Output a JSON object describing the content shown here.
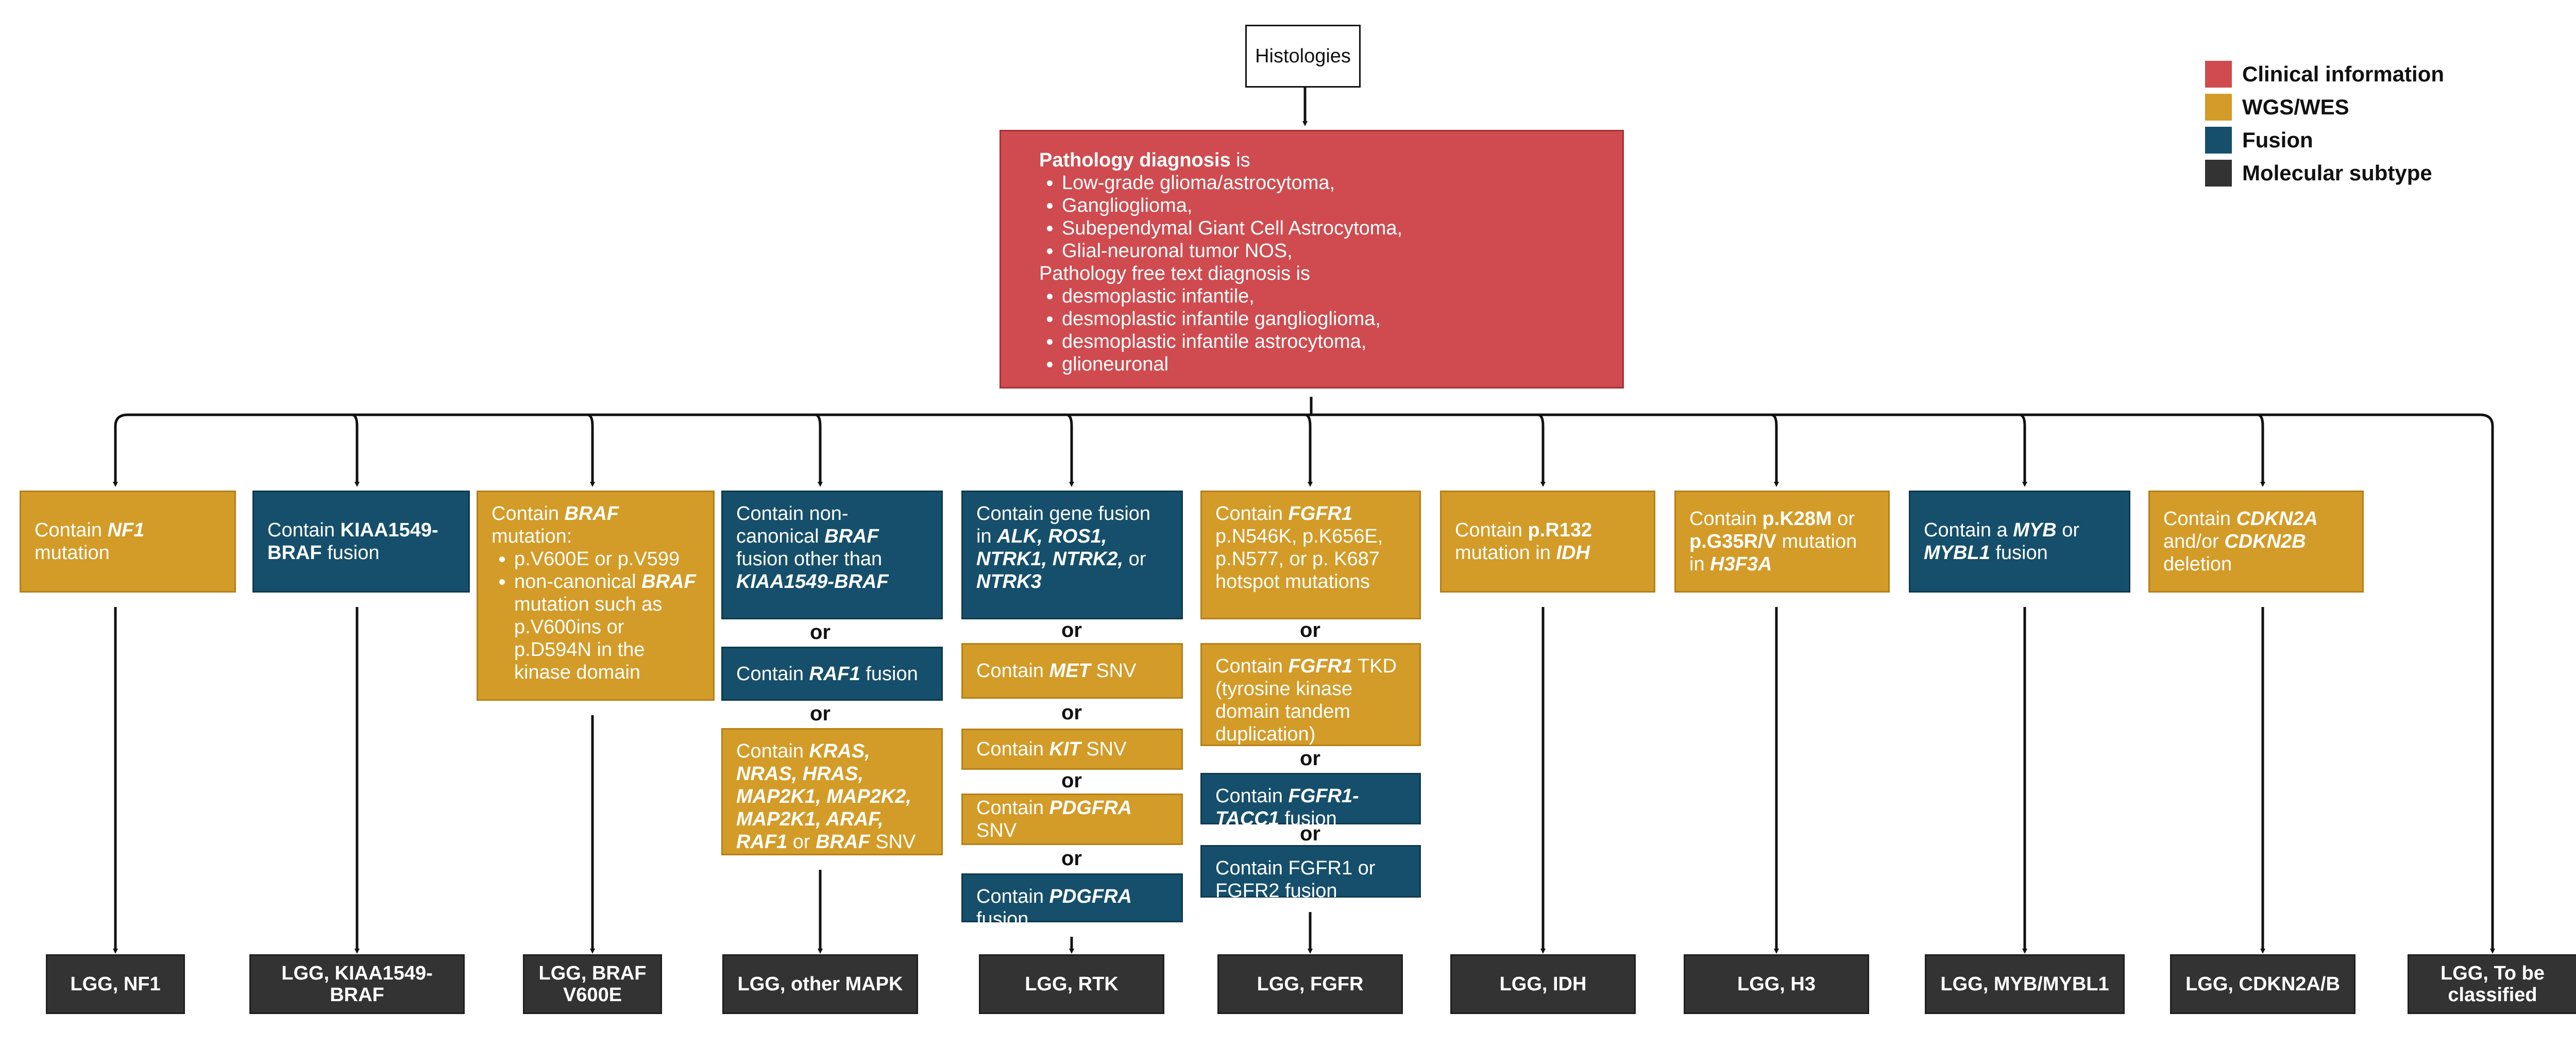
{
  "colors": {
    "clinical": "#cf4b4f",
    "wgs_wes": "#d39b28",
    "fusion": "#154f6b",
    "molecular": "#333333",
    "line": "#111111"
  },
  "legend": [
    {
      "label": "Clinical information",
      "color": "#cf4b4f"
    },
    {
      "label": "WGS/WES",
      "color": "#d39b28"
    },
    {
      "label": "Fusion",
      "color": "#154f6b"
    },
    {
      "label": "Molecular subtype",
      "color": "#333333"
    }
  ],
  "root": {
    "histologies": "Histologies",
    "pathology": {
      "intro_bold": "Pathology diagnosis",
      "intro_rest": " is",
      "diagnoses": [
        "Low-grade glioma/astrocytoma,",
        "Ganglioglioma,",
        "Subependymal Giant Cell Astrocytoma,",
        "Glial-neuronal tumor NOS,"
      ],
      "free_text_intro": "Pathology free text diagnosis is",
      "free_text": [
        "desmoplastic infantile,",
        "desmoplastic infantile ganglioglioma,",
        "desmoplastic infantile astrocytoma,",
        "glioneuronal"
      ]
    }
  },
  "or_label": "or",
  "columns": [
    {
      "criteria": [
        {
          "color": "gold",
          "center": true,
          "parts": [
            {
              "t": "Contain "
            },
            {
              "t": "NF1",
              "s": "bi"
            },
            {
              "t": " mutation"
            }
          ]
        }
      ],
      "subtype": "LGG, NF1"
    },
    {
      "criteria": [
        {
          "color": "blue",
          "center": true,
          "parts": [
            {
              "t": "Contain "
            },
            {
              "t": "KIAA1549-BRAF",
              "s": "b"
            },
            {
              "t": " fusion"
            }
          ]
        }
      ],
      "subtype": "LGG, KIAA1549-BRAF"
    },
    {
      "criteria": [
        {
          "color": "gold",
          "parts": [
            {
              "t": "Contain "
            },
            {
              "t": "BRAF",
              "s": "bi"
            },
            {
              "t": " mutation:"
            }
          ],
          "bullets": [
            [
              {
                "t": "p.V600E or p.V599"
              }
            ],
            [
              {
                "t": "non-canonical "
              },
              {
                "t": "BRAF",
                "s": "bi"
              },
              {
                "t": " mutation such as p.V600ins or p.D594N in the kinase domain"
              }
            ]
          ]
        }
      ],
      "subtype": "LGG, BRAF V600E"
    },
    {
      "criteria": [
        {
          "color": "blue",
          "parts": [
            {
              "t": "Contain non-canonical "
            },
            {
              "t": "BRAF",
              "s": "bi"
            },
            {
              "t": " fusion other than "
            },
            {
              "t": "KIAA1549-BRAF",
              "s": "bi"
            }
          ]
        },
        {
          "color": "blue",
          "center": true,
          "parts": [
            {
              "t": "Contain "
            },
            {
              "t": "RAF1",
              "s": "bi"
            },
            {
              "t": " fusion"
            }
          ]
        },
        {
          "color": "gold",
          "parts": [
            {
              "t": "Contain "
            },
            {
              "t": "KRAS, NRAS, HRAS, MAP2K1, MAP2K2, MAP2K1, ARAF, RAF1",
              "s": "bi"
            },
            {
              "t": " or "
            },
            {
              "t": "BRAF",
              "s": "bi"
            },
            {
              "t": " SNV or indel"
            }
          ]
        }
      ],
      "subtype": "LGG, other MAPK"
    },
    {
      "criteria": [
        {
          "color": "blue",
          "parts": [
            {
              "t": "Contain gene fusion in "
            },
            {
              "t": "ALK, ROS1, NTRK1, NTRK2,",
              "s": "bi"
            },
            {
              "t": " or "
            },
            {
              "t": "NTRK3",
              "s": "bi"
            }
          ]
        },
        {
          "color": "gold",
          "center": true,
          "parts": [
            {
              "t": "Contain "
            },
            {
              "t": "MET",
              "s": "bi"
            },
            {
              "t": " SNV"
            }
          ]
        },
        {
          "color": "gold",
          "center": true,
          "parts": [
            {
              "t": "Contain "
            },
            {
              "t": "KIT",
              "s": "bi"
            },
            {
              "t": " SNV"
            }
          ]
        },
        {
          "color": "gold",
          "center": true,
          "parts": [
            {
              "t": "Contain "
            },
            {
              "t": "PDGFRA",
              "s": "bi"
            },
            {
              "t": " SNV"
            }
          ]
        },
        {
          "color": "blue",
          "parts": [
            {
              "t": "Contain "
            },
            {
              "t": "PDGFRA",
              "s": "bi"
            },
            {
              "t": " fusion"
            }
          ]
        }
      ],
      "subtype": "LGG, RTK"
    },
    {
      "criteria": [
        {
          "color": "gold",
          "parts": [
            {
              "t": "Contain "
            },
            {
              "t": "FGFR1",
              "s": "bi"
            },
            {
              "t": " p.N546K, p.K656E, p.N577, or p. K687 hotspot mutations"
            }
          ]
        },
        {
          "color": "gold",
          "parts": [
            {
              "t": "Contain "
            },
            {
              "t": "FGFR1",
              "s": "bi"
            },
            {
              "t": " TKD (tyrosine kinase domain tandem duplication)"
            }
          ]
        },
        {
          "color": "blue",
          "parts": [
            {
              "t": "Contain "
            },
            {
              "t": "FGFR1-TACC1",
              "s": "bi"
            },
            {
              "t": " fusion"
            }
          ]
        },
        {
          "color": "blue",
          "parts": [
            {
              "t": "Contain FGFR1 or FGFR2 fusion"
            }
          ]
        }
      ],
      "subtype": "LGG, FGFR"
    },
    {
      "criteria": [
        {
          "color": "gold",
          "center": true,
          "parts": [
            {
              "t": "Contain "
            },
            {
              "t": "p.R132",
              "s": "b"
            },
            {
              "t": " mutation in "
            },
            {
              "t": "IDH",
              "s": "bi"
            }
          ]
        }
      ],
      "subtype": "LGG, IDH"
    },
    {
      "criteria": [
        {
          "color": "gold",
          "center": true,
          "parts": [
            {
              "t": "Contain "
            },
            {
              "t": "p.K28M",
              "s": "b"
            },
            {
              "t": "  or "
            },
            {
              "t": "p.G35R/V",
              "s": "b"
            },
            {
              "t": " mutation in "
            },
            {
              "t": "H3F3A",
              "s": "bi"
            }
          ]
        }
      ],
      "subtype": "LGG, H3"
    },
    {
      "criteria": [
        {
          "color": "blue",
          "center": true,
          "parts": [
            {
              "t": "Contain a "
            },
            {
              "t": "MYB",
              "s": "bi"
            },
            {
              "t": " or "
            },
            {
              "t": "MYBL1",
              "s": "bi"
            },
            {
              "t": " fusion"
            }
          ]
        }
      ],
      "subtype": "LGG, MYB/MYBL1"
    },
    {
      "criteria": [
        {
          "color": "gold",
          "center": true,
          "parts": [
            {
              "t": "Contain "
            },
            {
              "t": "CDKN2A",
              "s": "bi"
            },
            {
              "t": " and/or "
            },
            {
              "t": "CDKN2B",
              "s": "bi"
            },
            {
              "t": " deletion"
            }
          ]
        }
      ],
      "subtype": "LGG, CDKN2A/B"
    },
    {
      "criteria": [],
      "subtype": "LGG, To be classified"
    }
  ]
}
